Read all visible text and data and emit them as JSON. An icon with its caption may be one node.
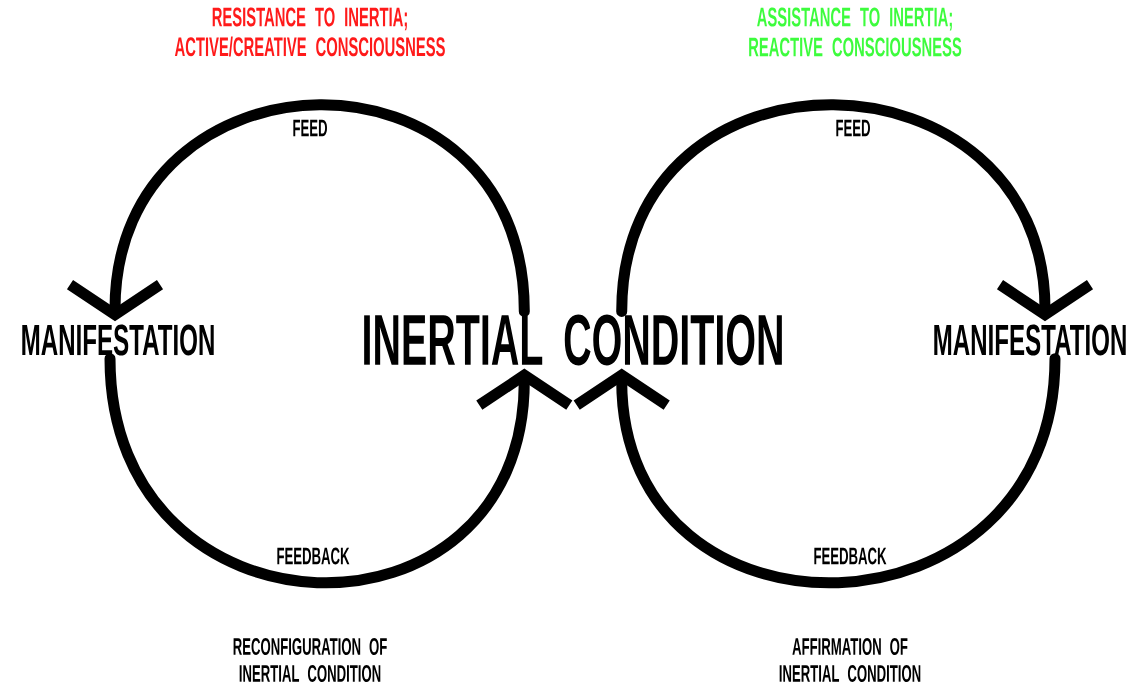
{
  "diagram": {
    "nodes": [
      {
        "text": [
          "INERTIAL CONDITION"
        ]
      },
      {
        "text": [
          "MANIFESTATION"
        ]
      },
      {
        "text": [
          "MANIFESTATION"
        ]
      }
    ],
    "edges": [
      {
        "from": 0,
        "to": 1,
        "arrow": "to",
        "label": "FEED"
      },
      {
        "from": 1,
        "to": 0,
        "arrow": "to",
        "label": "FEEDBACK"
      },
      {
        "from": 0,
        "to": 2,
        "arrow": "to",
        "label": "FEED"
      },
      {
        "from": 2,
        "to": 0,
        "arrow": "to",
        "label": "FEEDBACK"
      }
    ],
    "labels": [
      "RESISTANCE TO INERTIA; ACTIVE/CREATIVE CONSCIOUSNESS",
      "ASSISTANCE TO INERTIA; REACTIVE CONSCIOUSNESS",
      "RECONFIGURATION OF INERTIAL CONDITION",
      "AFFIRMATION OF INERTIAL CONDITION"
    ]
  }
}
